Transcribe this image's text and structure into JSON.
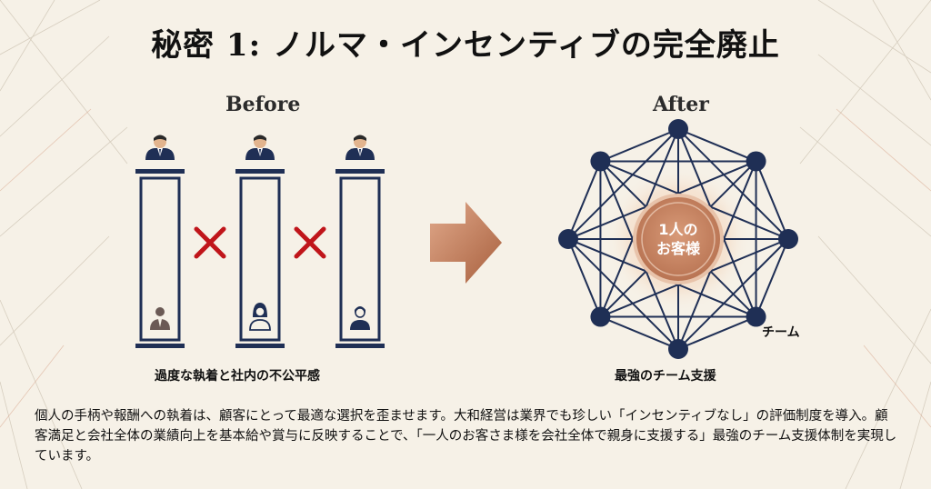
{
  "title": "秘密 1: ノルマ・インセンティブの完全廃止",
  "before": {
    "label": "Before",
    "caption": "過度な執着と社内の不公平感"
  },
  "after": {
    "label": "After",
    "caption": "最強のチーム支援",
    "center_line1": "1人の",
    "center_line2": "お客様",
    "team_label": "チーム"
  },
  "body_text": "個人の手柄や報酬への執着は、顧客にとって最適な選択を歪ませます。大和経営は業界でも珍しい「インセンティブなし」の評価制度を導入。顧客満足と会社全体の業績向上を基本給や賞与に反映することで、「一人のお客さま様を会社全体で親身に支援する」最強のチーム支援体制を実現しています。",
  "colors": {
    "navy": "#1f2f55",
    "cross": "#c0151a",
    "copper": "#c98a6a"
  },
  "icons": [
    "person-suit-icon",
    "cross-icon",
    "arrow-right-icon",
    "network-node-icon"
  ]
}
